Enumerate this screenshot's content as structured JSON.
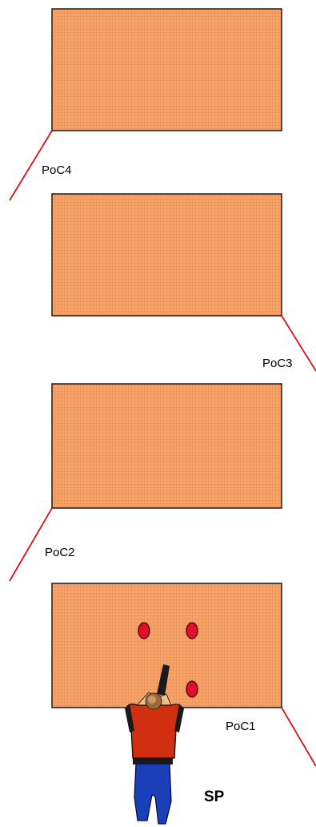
{
  "diagram": {
    "colors": {
      "panel_fill": "#f5a46a",
      "panel_mesh": "#e8854a",
      "panel_border": "#1a1a1a",
      "line": "#e0101a",
      "target": "#e0102a",
      "shirt": "#d03010",
      "jeans": "#1a3fb8",
      "skin": "#f0c08a",
      "hair": "#9a6a3a",
      "gun": "#1a1a1a"
    },
    "panels": [
      {
        "name": "panel-poc4",
        "label": "PoC4"
      },
      {
        "name": "panel-poc3",
        "label": "PoC3"
      },
      {
        "name": "panel-poc2",
        "label": "PoC2"
      },
      {
        "name": "panel-poc1",
        "label": "PoC1"
      }
    ],
    "shooter": {
      "label": "SP",
      "icon": "shooter-icon"
    },
    "targets_count_on_poc1": 3
  }
}
